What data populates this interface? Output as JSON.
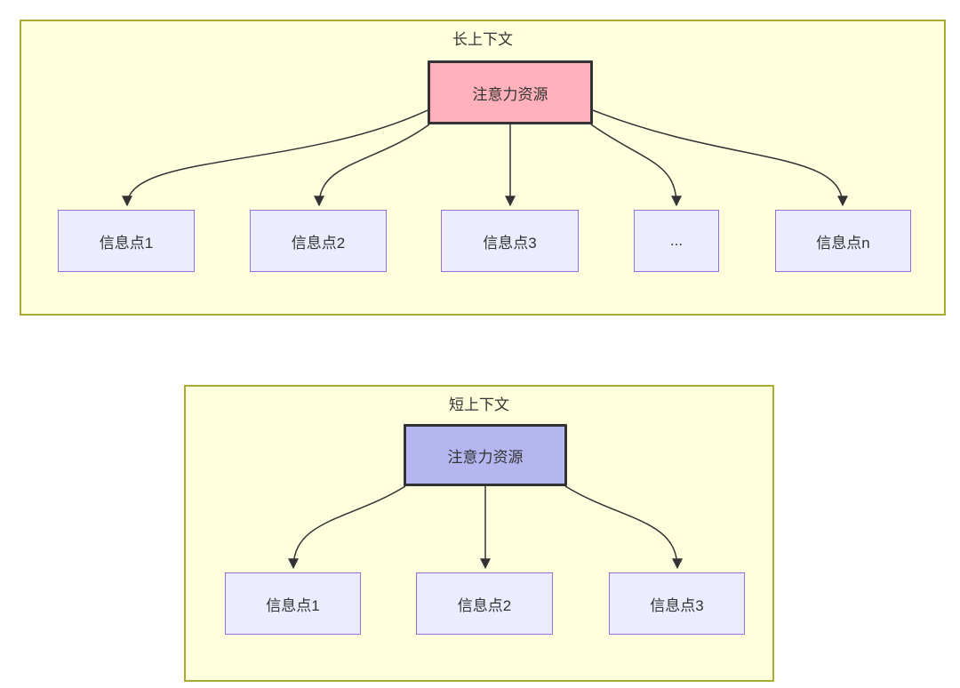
{
  "colors": {
    "page_bg": "#ffffff",
    "group_fill": "#ffffde",
    "group_border": "#aaaa33",
    "attention_long_fill": "#ffb0ba",
    "attention_short_fill": "#b5b5f0",
    "attention_border": "#333333",
    "info_fill": "#ececff",
    "info_border": "#9370db",
    "arrow": "#333333",
    "text": "#333333"
  },
  "long_context": {
    "title": "长上下文",
    "attention_label": "注意力资源",
    "info_points": [
      "信息点1",
      "信息点2",
      "信息点3",
      "...",
      "信息点n"
    ]
  },
  "short_context": {
    "title": "短上下文",
    "attention_label": "注意力资源",
    "info_points": [
      "信息点1",
      "信息点2",
      "信息点3"
    ]
  }
}
